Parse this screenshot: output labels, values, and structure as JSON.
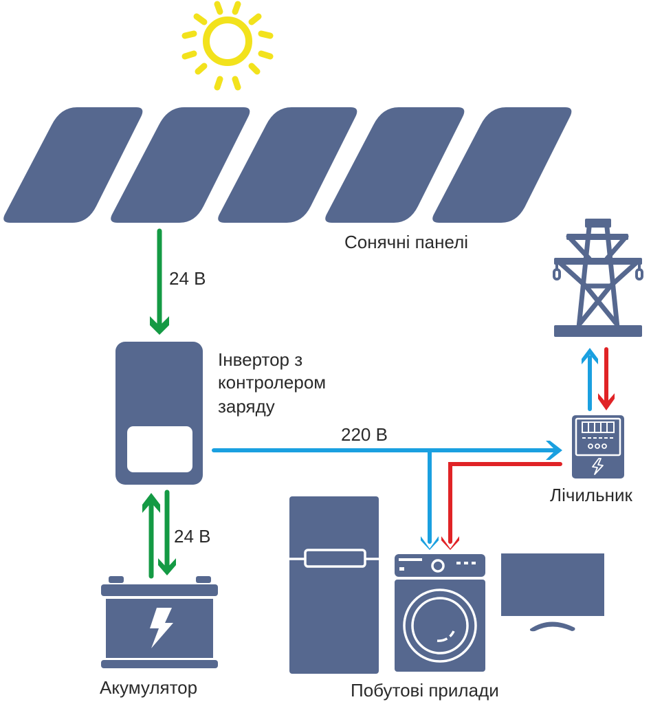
{
  "colors": {
    "device": "#56688f",
    "sun": "#f2e21c",
    "dc_arrow": "#149a44",
    "ac_arrow": "#1aa0e0",
    "grid_arrow": "#e02326",
    "text": "#2a2a2a"
  },
  "labels": {
    "solar_panels": "Сонячні панелі",
    "panel_voltage": "24 В",
    "inverter_line1": "Інвертор з",
    "inverter_line2": "контролером",
    "inverter_line3": "заряду",
    "ac_voltage": "220 В",
    "meter": "Лічильник",
    "battery_voltage": "24 В",
    "battery": "Акумулятор",
    "appliances": "Побутові прилади"
  },
  "nodes": [
    {
      "id": "sun",
      "name": "Sun",
      "icon": "sun-icon"
    },
    {
      "id": "panels",
      "name": "Сонячні панелі",
      "icon": "solar-panel-icon",
      "count": 5
    },
    {
      "id": "inverter",
      "name": "Інвертор з контролером заряду",
      "icon": "inverter-icon"
    },
    {
      "id": "battery",
      "name": "Акумулятор",
      "icon": "battery-icon"
    },
    {
      "id": "meter",
      "name": "Лічильник",
      "icon": "electric-meter-icon"
    },
    {
      "id": "grid",
      "name": "Power grid",
      "icon": "power-tower-icon"
    },
    {
      "id": "appliances",
      "name": "Побутові прилади",
      "icon": "appliances-icon",
      "items": [
        "fridge",
        "washing-machine",
        "tv"
      ]
    }
  ],
  "edges": [
    {
      "from": "panels",
      "to": "inverter",
      "label": "24 В",
      "color": "dc_arrow"
    },
    {
      "from": "inverter",
      "to": "battery",
      "label": "24 В",
      "color": "dc_arrow"
    },
    {
      "from": "battery",
      "to": "inverter",
      "label": "",
      "color": "dc_arrow"
    },
    {
      "from": "inverter",
      "to": "meter",
      "label": "220 В",
      "color": "ac_arrow"
    },
    {
      "from": "inverter",
      "to": "appliances",
      "label": "",
      "color": "ac_arrow"
    },
    {
      "from": "meter",
      "to": "appliances",
      "label": "",
      "color": "grid_arrow"
    },
    {
      "from": "meter",
      "to": "grid",
      "label": "",
      "color": "ac_arrow"
    },
    {
      "from": "grid",
      "to": "meter",
      "label": "",
      "color": "grid_arrow"
    }
  ]
}
